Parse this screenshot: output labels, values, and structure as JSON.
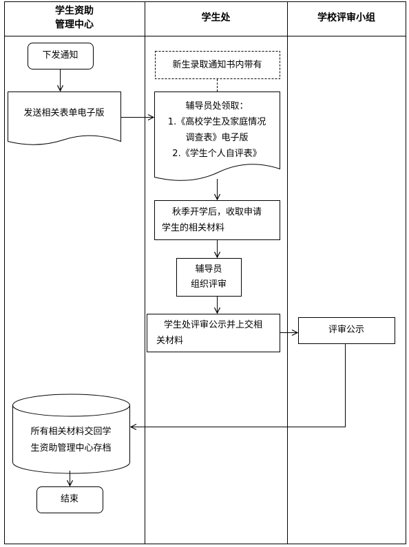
{
  "lanes": [
    {
      "name_line1": "学生资助",
      "name_line2": "管理中心"
    },
    {
      "name": "学生处"
    },
    {
      "name": "学校评审小组"
    }
  ],
  "nodes": {
    "start": "下发通知",
    "send_forms": "发送相关表单电子版",
    "notice": "新生录取通知书内带有",
    "collect": {
      "line1": "辅导员处领取：",
      "line2": "1.《高校学生及家庭情况",
      "line3": "调查表》电子版",
      "line4": "2.《学生个人自评表》"
    },
    "gather": {
      "line1": "秋季开学后，收取申请",
      "line2": "学生的相关材料"
    },
    "review": {
      "line1": "辅导员",
      "line2": "组织评审"
    },
    "publicize_submit": {
      "line1": "学生处评审公示并上交相",
      "line2": "关材料"
    },
    "committee_publicize": "评审公示",
    "archive": {
      "line1": "所有相关材料交回学",
      "line2": "生资助管理中心存档"
    },
    "end": "结束"
  }
}
